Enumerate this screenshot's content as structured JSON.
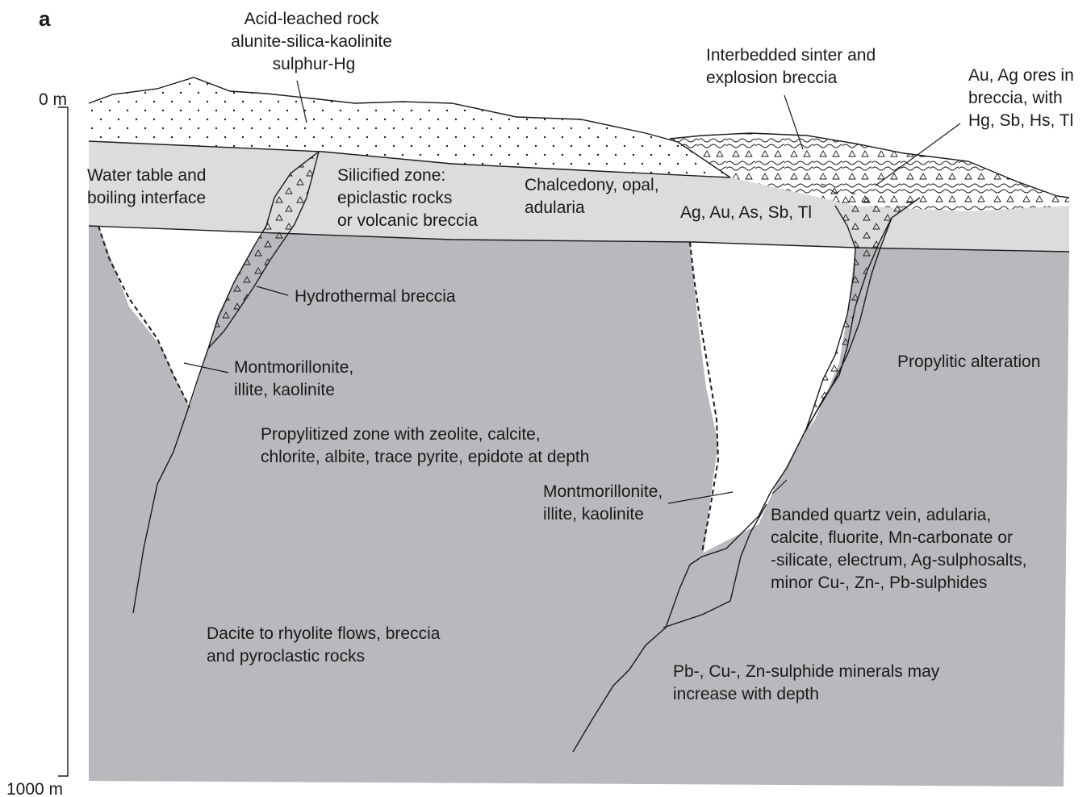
{
  "figure": {
    "panel_letter": "a",
    "scale": {
      "top_label": "0 m",
      "bottom_label": "1000 m"
    },
    "labels": {
      "acid_leached": [
        "Acid-leached rock",
        "alunite-silica-kaolinite",
        "sulphur-Hg"
      ],
      "sinter": [
        "Interbedded sinter and",
        "explosion breccia"
      ],
      "au_ag_ores": [
        "Au, Ag ores in",
        "breccia, with",
        "Hg, Sb, Hs, Tl"
      ],
      "water_table": [
        "Water table and",
        "boiling interface"
      ],
      "silicified": [
        "Silicified zone:",
        "epiclastic rocks",
        "or volcanic breccia"
      ],
      "chalcedony": [
        "Chalcedony, opal,",
        "adularia"
      ],
      "ag_au": [
        "Ag, Au, As, Sb, Tl"
      ],
      "hydrothermal_breccia": [
        "Hydrothermal breccia"
      ],
      "montmorillonite_left": [
        "Montmorillonite,",
        "illite, kaolinite"
      ],
      "propylitic": [
        "Propylitic alteration"
      ],
      "propylitized_zone": [
        "Propylitized zone with zeolite, calcite,",
        "chlorite, albite, trace pyrite, epidote at depth"
      ],
      "montmorillonite_right": [
        "Montmorillonite,",
        "illite, kaolinite"
      ],
      "banded_quartz": [
        "Banded quartz vein, adularia,",
        "calcite, fluorite, Mn-carbonate or",
        "-silicate, electrum, Ag-sulphosalts,",
        "minor Cu-, Zn-, Pb-sulphides"
      ],
      "dacite": [
        "Dacite to rhyolite flows, breccia",
        "and pyroclastic rocks"
      ],
      "sulphide_depth": [
        "Pb-, Cu-, Zn-sulphide minerals may",
        "increase with depth"
      ]
    },
    "colors": {
      "host_rock": "#b9b9bd",
      "silicified_zone": "#dcdcde",
      "clay_zone": "#ffffff",
      "ink": "#1a1a1a"
    }
  }
}
